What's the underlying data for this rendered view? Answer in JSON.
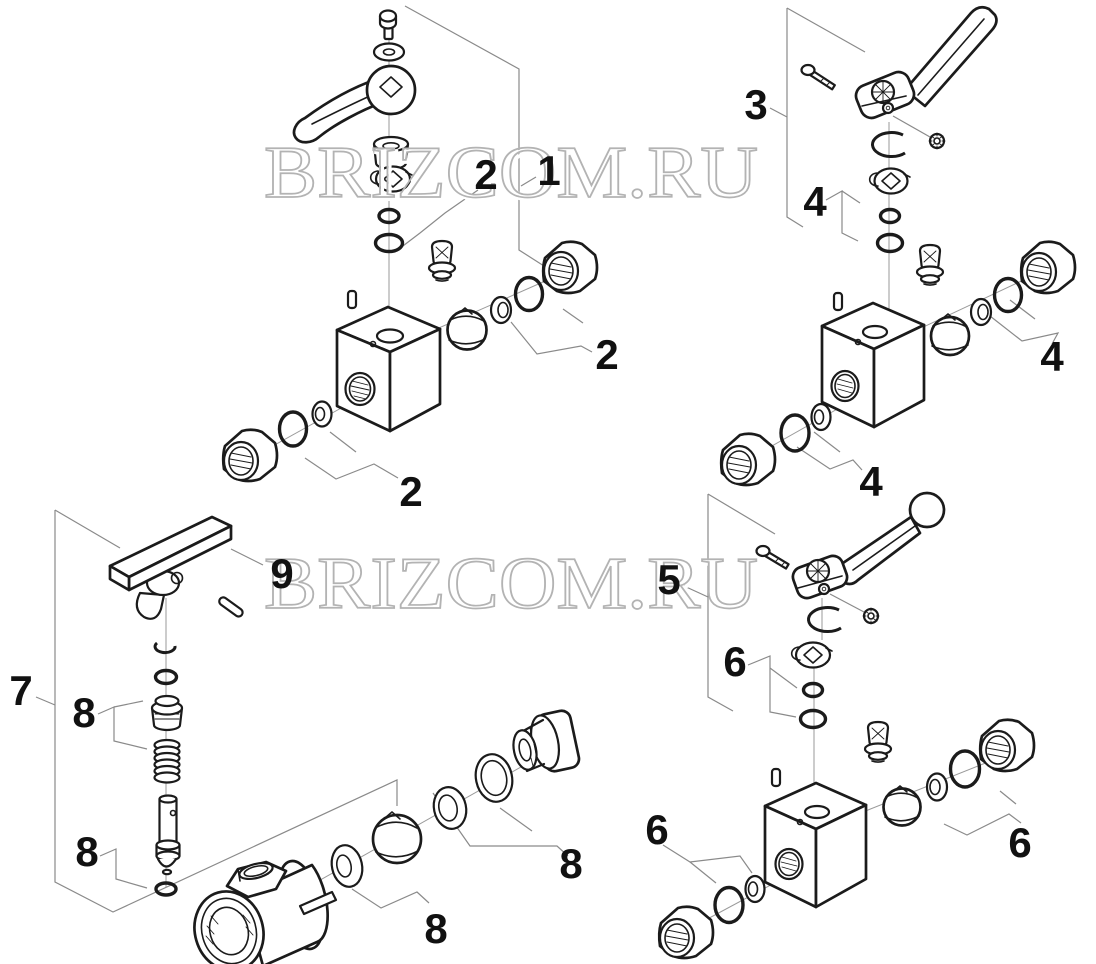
{
  "page": {
    "background": "#ffffff",
    "line_color": "#1b1b1b",
    "leader_color": "#8a8a8a"
  },
  "watermark": {
    "text": "BRIZCOM.RU",
    "color": "#b3b3b3"
  },
  "callouts": [
    "1",
    "2",
    "2",
    "2",
    "3",
    "4",
    "4",
    "4",
    "5",
    "6",
    "6",
    "6",
    "7",
    "8",
    "8",
    "8",
    "8",
    "9"
  ]
}
